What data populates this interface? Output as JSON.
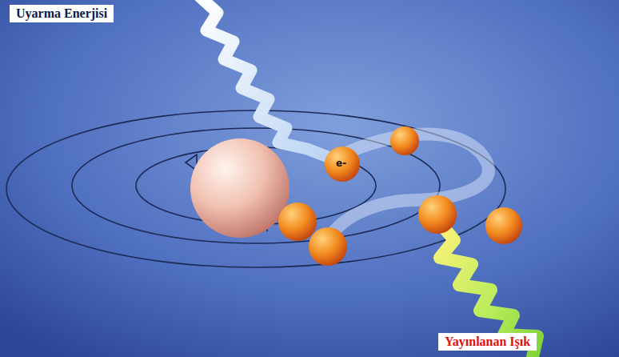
{
  "diagram": {
    "labels": [
      "Uyarma Enerjisi",
      "e-",
      "Yayınlanan Işık"
    ]
  }
}
